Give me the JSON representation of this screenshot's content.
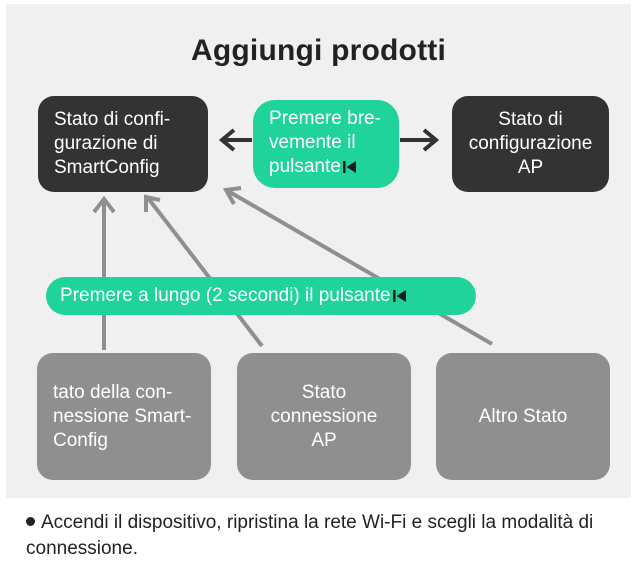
{
  "title": "Aggiungi prodotti",
  "colors": {
    "accent": "#1fd39b",
    "dark_box": "#333333",
    "grey_box": "#8f8f8f",
    "arrow_dark": "#333333",
    "arrow_grey": "#8f8f8f"
  },
  "top_boxes": {
    "smartconfig": [
      "Stato di confi-",
      "gurazione di",
      "SmartConfig"
    ],
    "ap": [
      "Stato di",
      "configurazione",
      "AP"
    ]
  },
  "short_press": {
    "lines": [
      "Premere bre-",
      "vemente il",
      "pulsante"
    ],
    "icon": "button-icon"
  },
  "long_press": {
    "label": "Premere a lungo (2 secondi) il pulsante",
    "icon": "button-icon"
  },
  "bottom_boxes": {
    "smartconfig_connection": [
      "tato della con-",
      "nessione Smart-",
      "Config"
    ],
    "ap_connection": [
      "Stato",
      "connessione",
      "AP"
    ],
    "other": [
      "Altro Stato"
    ]
  },
  "note": "Accendi il dispositivo, ripristina la rete Wi-Fi e scegli la modalità di connessione."
}
